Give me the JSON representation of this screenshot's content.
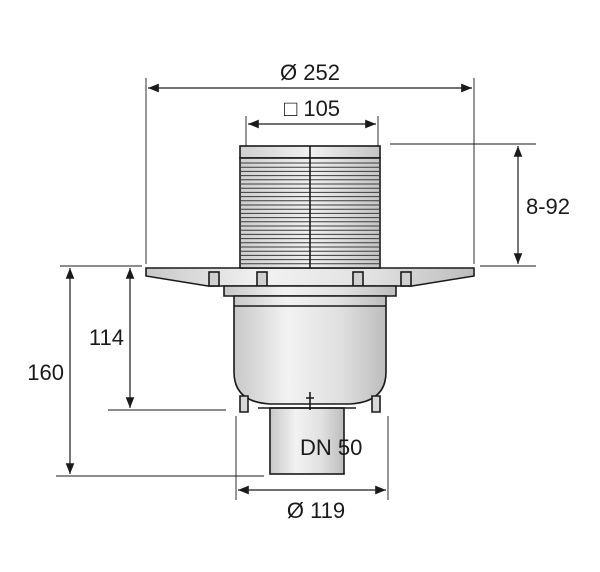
{
  "diagram": {
    "dimensions": {
      "flange_diameter": "Ø 252",
      "grate_square": "□ 105",
      "height_adjust": "8-92",
      "upper_height": "114",
      "total_height": "160",
      "outlet_label": "DN 50",
      "body_diameter": "Ø 119"
    }
  },
  "colors": {
    "line": "#1a1a1a",
    "body_fill": "#e6e6e6",
    "grate_fill": "#dcdcdc",
    "background": "#ffffff"
  }
}
